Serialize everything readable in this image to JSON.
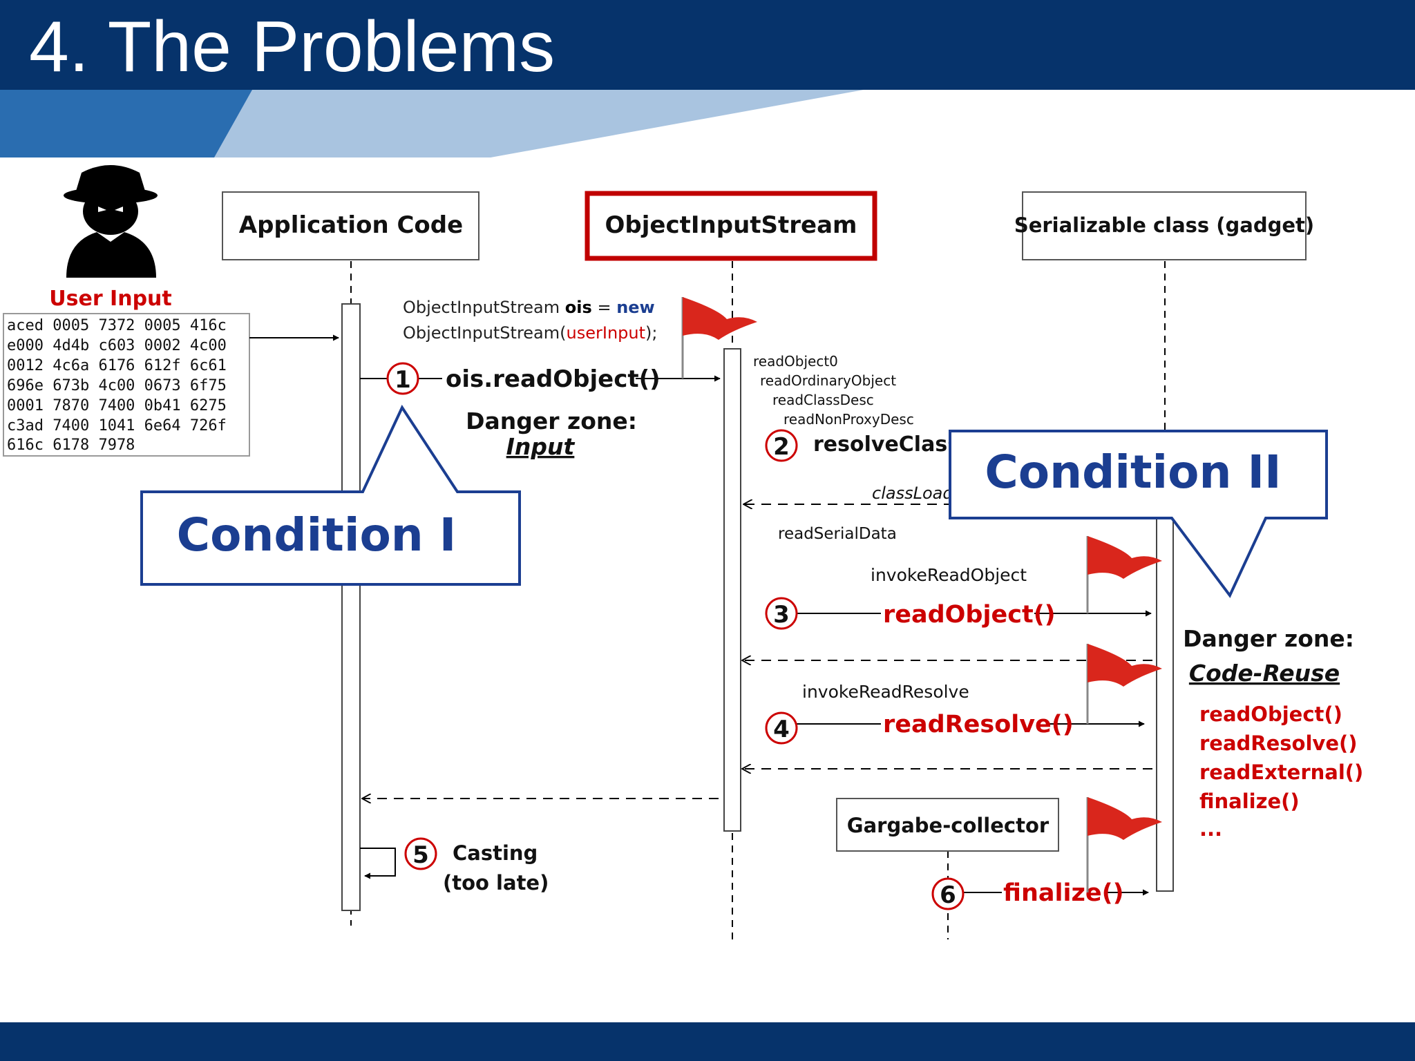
{
  "slide": {
    "title": "4. The Problems"
  },
  "colors": {
    "title_bar": "#06336b",
    "accent_blue": "#1b3e91",
    "danger_red": "#cc0000",
    "stripe_dark": "#2a6db0",
    "stripe_light": "#a9c4e0"
  },
  "icons": {
    "attacker": "hacker-icon",
    "flag": "red-flag-icon"
  },
  "participants": {
    "app_code": "Application Code",
    "ois": "ObjectInputStream",
    "gadget": "Serializable class (gadget)",
    "gc": "Gargabe-collector"
  },
  "user_input": {
    "label": "User Input",
    "hex_lines": [
      "aced 0005 7372 0005 416c",
      "e000 4d4b c603 0002 4c00",
      "0012 4c6a 6176 612f 6c61",
      "696e 673b 4c00 0673 6f75",
      "0001 7870 7400 0b41 6275",
      "c3ad 7400 1041 6e64 726f",
      "616c 6178 7978"
    ]
  },
  "code": {
    "seg1": "ObjectInputStream",
    "seg2": "ois",
    "seg3": "= ",
    "seg4": "new",
    "seg5": "ObjectInputStream(",
    "seg6": "userInput",
    "seg7": ");"
  },
  "steps": {
    "s1": {
      "num": "1",
      "label": "ois.readObject()"
    },
    "s2": {
      "num": "2",
      "label": "resolveClass("
    },
    "s3": {
      "num": "3",
      "label": "readObject()"
    },
    "s4": {
      "num": "4",
      "label": "readResolve()"
    },
    "s5": {
      "num": "5",
      "label_a": "Casting",
      "label_b": "(too late)"
    },
    "s6": {
      "num": "6",
      "label": "finalize()"
    }
  },
  "call_stack": [
    "readObject0",
    "readOrdinaryObject",
    "readClassDesc",
    "readNonProxyDesc"
  ],
  "class_load": "classLoad",
  "read_serial_data": "readSerialData",
  "invoke_read_object": "invokeReadObject",
  "invoke_read_resolve": "invokeReadResolve",
  "danger_input": {
    "title": "Danger zone:",
    "subtitle": "Input"
  },
  "danger_code_reuse": {
    "title": "Danger zone:",
    "subtitle": "Code-Reuse",
    "methods": [
      "readObject()",
      "readResolve()",
      "readExternal()",
      "finalize()",
      "..."
    ]
  },
  "callouts": {
    "condition_1": "Condition I",
    "condition_2": "Condition II"
  }
}
